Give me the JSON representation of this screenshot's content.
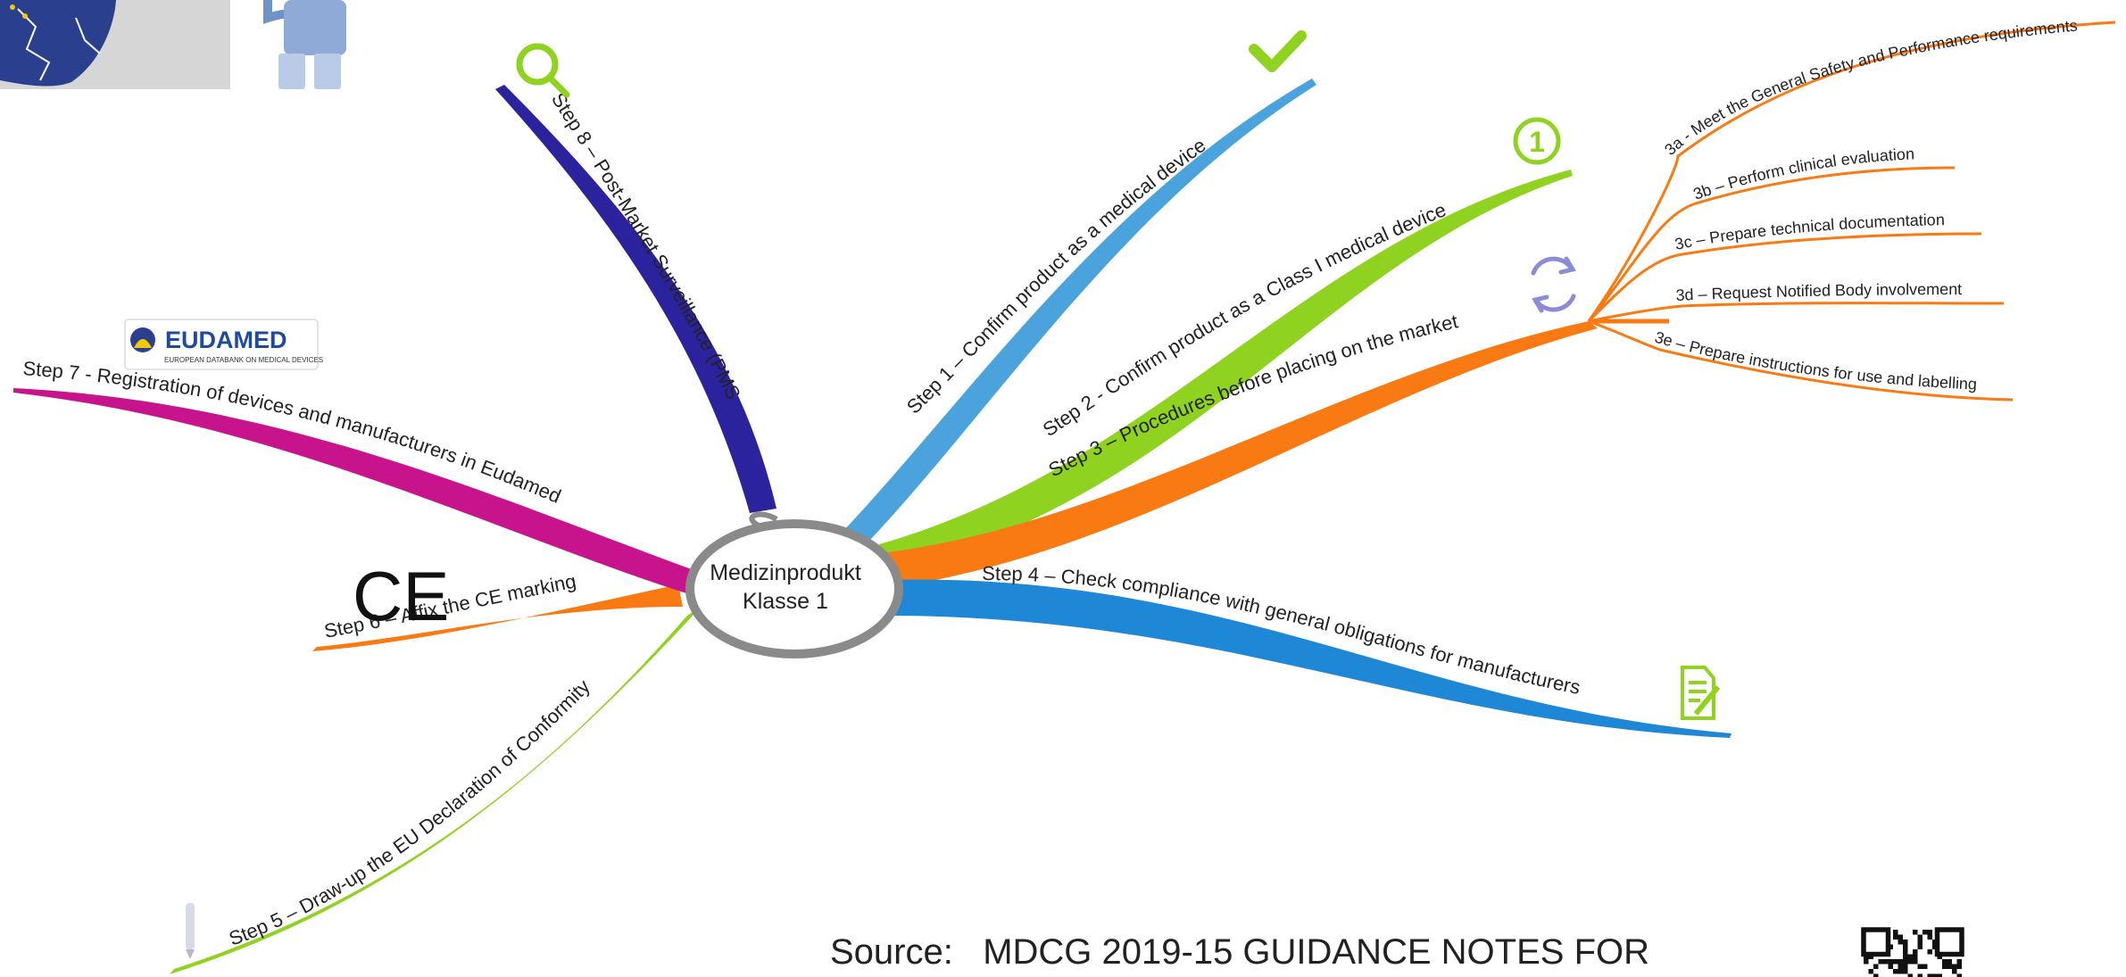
{
  "center": {
    "line1": "Medizinprodukt",
    "line2": "Klasse 1"
  },
  "branches": {
    "step1": "Step 1 – Confirm product as a medical device",
    "step2": "Step 2 - Confirm product as a Class I medical device",
    "step3": "Step 3 – Procedures before placing on the market",
    "step4": "Step 4 – Check compliance with general obligations for manufacturers",
    "step5": "Step 5 – Draw-up the EU Declaration of Conformity",
    "step6": "Step 6 – Affix the CE marking",
    "step7": "Step 7 - Registration of devices and manufacturers in Eudamed",
    "step8": "Step 8 – Post-Market Surveillance (PMS"
  },
  "sub_steps": {
    "s3a": "3a - Meet the General Safety and Performance requirements",
    "s3b": "3b – Perform clinical evaluation",
    "s3c": "3c – Prepare technical documentation",
    "s3d": "3d – Request Notified Body involvement",
    "s3e": "3e – Prepare instructions for use and labelling"
  },
  "logos": {
    "ce_mark": "CE",
    "eudamed_title": "EUDAMED",
    "eudamed_subtitle": "EUROPEAN DATABANK ON MEDICAL DEVICES",
    "class_badge": "1"
  },
  "source": "Source:   MDCG 2019-15 GUIDANCE NOTES FOR",
  "icons": [
    "magnifier-icon",
    "checkmark-icon",
    "class-one-badge-icon",
    "refresh-icon",
    "document-edit-icon",
    "pen-icon",
    "ce-mark-icon",
    "eudamed-logo",
    "qr-code"
  ],
  "colors": {
    "step1": "#4aa3dc",
    "step2": "#8fd21f",
    "step3": "#f97a12",
    "step4": "#1e88d6",
    "step5": "#8fd21f",
    "step6": "#f97a12",
    "step7": "#c8148c",
    "step8": "#2b239e"
  }
}
